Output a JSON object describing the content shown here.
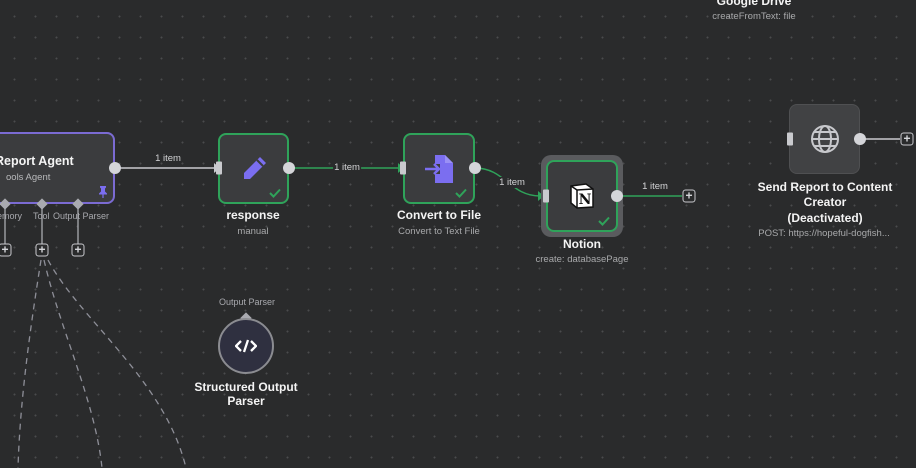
{
  "canvas": {
    "accent_success": "#2fa35a",
    "accent_agent": "#7b6bd3",
    "icon_color": "#7b6ef0"
  },
  "nodes": {
    "report_agent": {
      "title": "Report Agent",
      "subtitle": "Tools Agent",
      "icon": "pin-icon",
      "sub_ports": [
        "Memory",
        "Tool",
        "Output Parser"
      ]
    },
    "response": {
      "title": "response",
      "subtitle": "manual",
      "icon": "pencil-icon",
      "status": "success"
    },
    "convert_to_file": {
      "title": "Convert to File",
      "subtitle": "Convert to Text File",
      "icon": "file-import-icon",
      "status": "success"
    },
    "notion": {
      "title": "Notion",
      "subtitle": "create: databasePage",
      "icon": "notion-icon",
      "status": "success"
    },
    "google_drive": {
      "title": "Google Drive",
      "subtitle": "createFromText: file"
    },
    "send_report": {
      "title_line1": "Send Report to Content",
      "title_line2": "Creator",
      "title_line3": "(Deactivated)",
      "subtitle": "POST: https://hopeful-dogfish...",
      "icon": "globe-icon",
      "status": "deactivated"
    },
    "structured_output_parser": {
      "title_line1": "Structured Output",
      "title_line2": "Parser",
      "port_label": "Output Parser",
      "icon": "code-icon"
    }
  },
  "connections": [
    {
      "from": "report_agent",
      "to": "response",
      "label": "1 item"
    },
    {
      "from": "response",
      "to": "convert_to_file",
      "label": "1 item"
    },
    {
      "from": "convert_to_file",
      "to": "notion",
      "label": "1 item"
    },
    {
      "from": "notion",
      "to": "add",
      "label": "1 item"
    }
  ],
  "labels": {
    "memory_partial": "emory",
    "tool": "Tool",
    "output_parser": "Output Parser",
    "report_agent_partial": "Report Agent",
    "tools_agent_partial": "ools Agent"
  }
}
